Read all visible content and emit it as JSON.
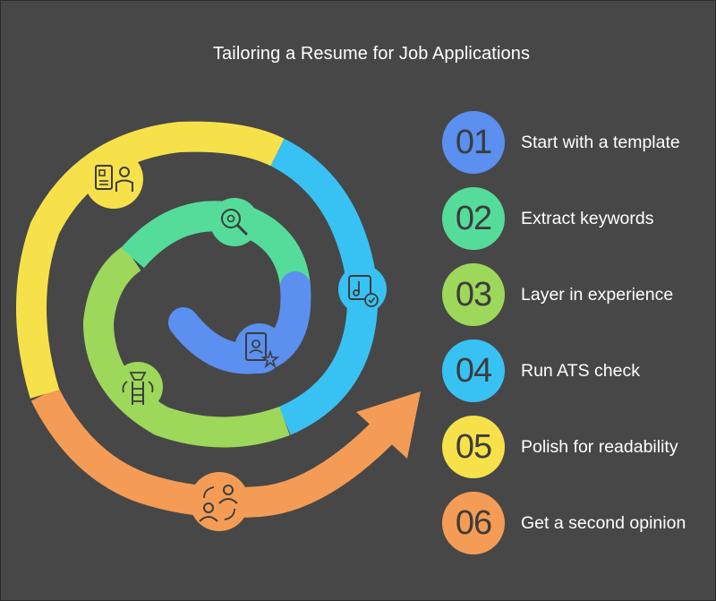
{
  "title": "Tailoring a Resume for Job Applications",
  "steps": [
    {
      "number": "01",
      "label": "Start with a template",
      "color": "#5b8ff0",
      "icon": "template-icon"
    },
    {
      "number": "02",
      "label": "Extract keywords",
      "color": "#56dc9a",
      "icon": "keyword-search-icon"
    },
    {
      "number": "03",
      "label": "Layer in experience",
      "color": "#9dd85a",
      "icon": "ladder-icon"
    },
    {
      "number": "04",
      "label": "Run ATS check",
      "color": "#38c2f3",
      "icon": "document-check-icon"
    },
    {
      "number": "05",
      "label": "Polish for readability",
      "color": "#f7e14a",
      "icon": "resume-person-icon"
    },
    {
      "number": "06",
      "label": "Get a second opinion",
      "color": "#f49c55",
      "icon": "people-exchange-icon"
    }
  ]
}
